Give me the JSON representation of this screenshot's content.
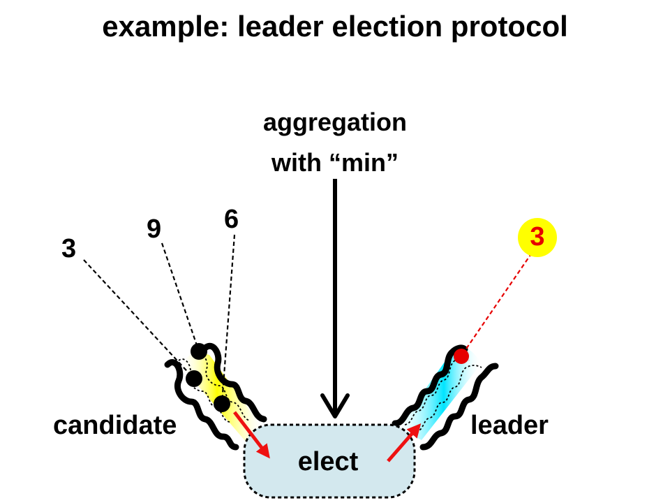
{
  "title": "example: leader election protocol",
  "aggregation": {
    "line1": "aggregation",
    "line2": "with “min”"
  },
  "candidate_values": [
    "3",
    "9",
    "6"
  ],
  "leader_value": "3",
  "labels": {
    "candidate": "candidate",
    "leader": "leader",
    "elect": "elect"
  },
  "colors": {
    "candidate_band": "#ffff00",
    "leader_band": "#00e5ff",
    "elect_box": "#d3e8ee",
    "leader_value_highlight": "#ffff00",
    "leader_value_text": "#e60000",
    "arrows": "#ee1111"
  }
}
